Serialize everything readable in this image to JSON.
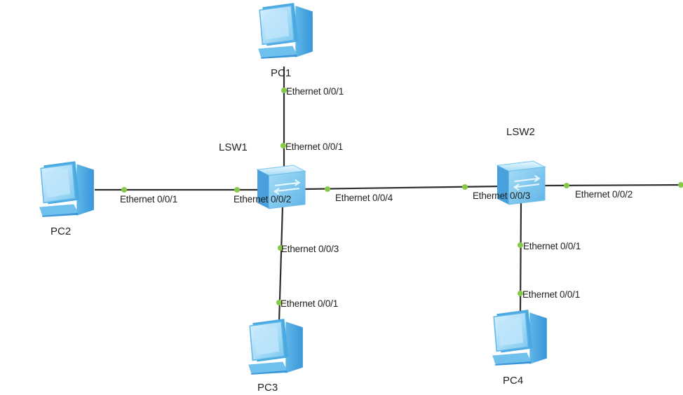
{
  "devices": {
    "pc1": {
      "label": "PC1"
    },
    "pc2": {
      "label": "PC2"
    },
    "pc3": {
      "label": "PC3"
    },
    "pc4": {
      "label": "PC4"
    },
    "lsw1": {
      "label": "LSW1"
    },
    "lsw2": {
      "label": "LSW2"
    }
  },
  "ports": {
    "pc1_eth": "Ethernet 0/0/1",
    "lsw1_to_pc1": "Ethernet 0/0/1",
    "pc2_eth": "Ethernet 0/0/1",
    "lsw1_to_pc2": "Ethernet 0/0/2",
    "lsw1_to_lsw2": "Ethernet 0/0/4",
    "lsw2_to_lsw1": "Ethernet 0/0/3",
    "lsw2_to_right": "Ethernet 0/0/2",
    "lsw1_to_pc3": "Ethernet 0/0/3",
    "pc3_eth": "Ethernet 0/0/1",
    "lsw2_to_pc4": "Ethernet 0/0/1",
    "pc4_eth": "Ethernet 0/0/1"
  },
  "colors": {
    "device_face": "#8fd3f4",
    "device_dark": "#4aa9e0",
    "port_dot": "#86c84a",
    "link": "#2e2e2e"
  }
}
